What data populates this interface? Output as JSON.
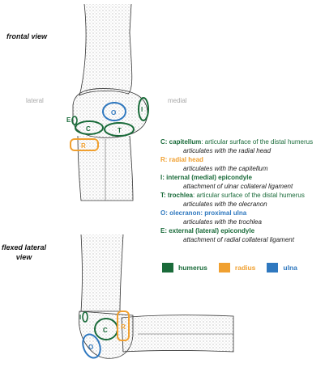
{
  "views": {
    "frontal": "frontal view",
    "lateral": "flexed lateral\nview"
  },
  "sides": {
    "lateral": "lateral",
    "medial": "medial"
  },
  "colors": {
    "humerus": "#1a6b3a",
    "radius": "#f0a030",
    "ulna": "#2f78bf"
  },
  "markers": {
    "C": "C",
    "R": "R",
    "O": "O",
    "T": "T",
    "I": "I",
    "E": "E"
  },
  "legend": [
    {
      "term": "C: capitellum",
      "desc": ": articular surface of the distal humerus",
      "sub": "articulates with the radial head",
      "group": "humerus"
    },
    {
      "term": "R: radial head",
      "desc": "",
      "sub": "articulates with the capitellum",
      "group": "radius"
    },
    {
      "term": "I: internal (medial) epicondyle",
      "desc": "",
      "sub": "attachment of ulnar collateral ligament",
      "group": "humerus"
    },
    {
      "term": "T: trochlea",
      "desc": ": articular surface of the distal humerus",
      "sub": "articulates with the olecranon",
      "group": "humerus"
    },
    {
      "term": "O: olecranon: proximal ulna",
      "desc": "",
      "sub": "articulates with the trochlea",
      "group": "ulna"
    },
    {
      "term": "E: external (lateral) epicondyle",
      "desc": "",
      "sub": "attachment of radial collateral ligament",
      "group": "humerus"
    }
  ],
  "key": [
    {
      "label": "humerus",
      "group": "humerus"
    },
    {
      "label": "radius",
      "group": "radius"
    },
    {
      "label": "ulna",
      "group": "ulna"
    }
  ]
}
